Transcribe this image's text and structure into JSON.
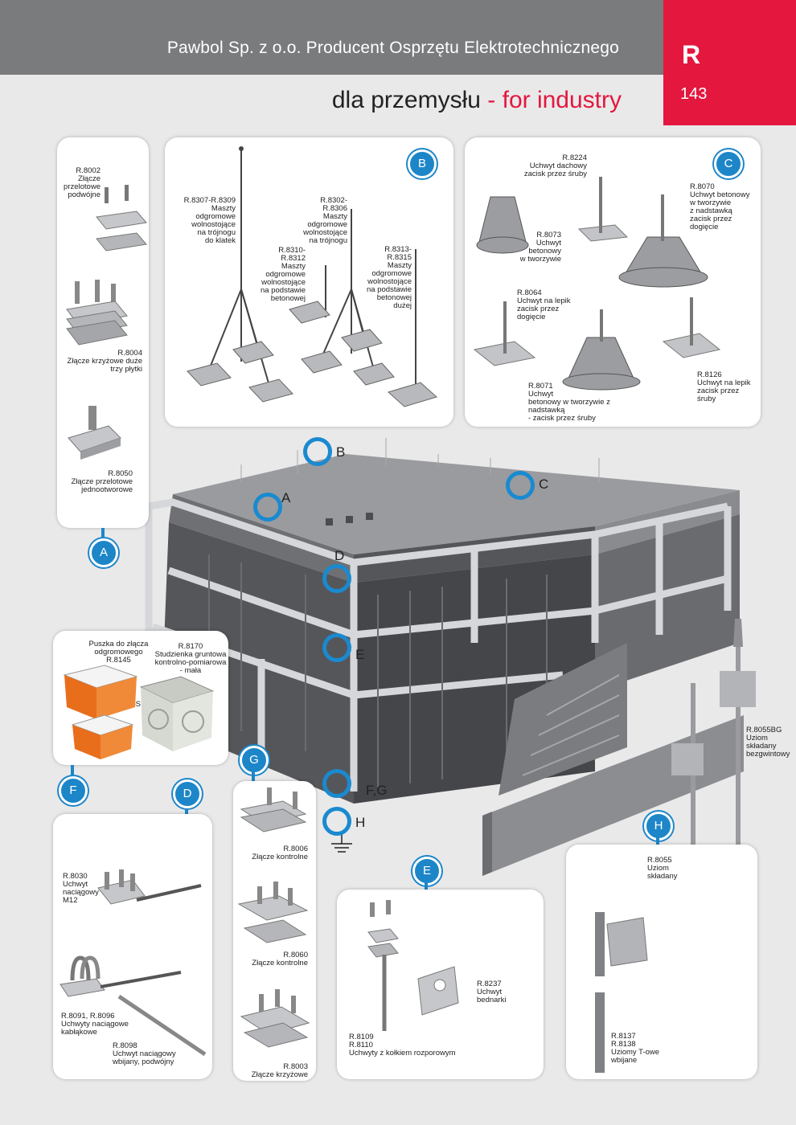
{
  "header": {
    "company": "Pawbol Sp. z o.o. Producent Osprzętu Elektrotechnicznego",
    "section_letter": "R",
    "page_number": "143",
    "subtitle_pl": "dla przemysłu",
    "subtitle_en": "- for industry"
  },
  "colors": {
    "accent_red": "#e4173f",
    "header_gray": "#7a7b7d",
    "badge_blue": "#1d86c8"
  },
  "panel_a": {
    "badge": "A",
    "items": [
      {
        "code_label": "R.8002\nZłącze\nprzelotowe\npodwójne"
      },
      {
        "code_label": "R.8004\nZłącze krzyżowe duże\ntrzy płytki"
      },
      {
        "code_label": "R.8050\nZłącze przelotowe\njednootworowe"
      }
    ]
  },
  "panel_b": {
    "badge": "B",
    "items": [
      {
        "code_label": "R.8307-R.8309\nMaszty\nodgromowe\nwolnostojące\nna trójnogu\ndo klatek"
      },
      {
        "code_label": "R.8302-R.8306\nMaszty\nodgromowe\nwolnostojące\nna trójnogu"
      },
      {
        "code_label": "R.8310-R.8312\nMaszty\nodgromowe\nwolnostojące\nna podstawie\nbetonowej"
      },
      {
        "code_label": "R.8313-R.8315\nMaszty\nodgromowe\nwolnostojące\nna podstawie\nbetonowej\ndużej"
      }
    ]
  },
  "panel_c": {
    "badge": "C",
    "items": [
      {
        "code_label": "R.8224\nUchwyt dachowy\nzacisk przez śruby"
      },
      {
        "code_label": "R.8070\nUchwyt betonowy\nw tworzywie\nz nadstawką\nzacisk przez dogięcie"
      },
      {
        "code_label": "R.8073\nUchwyt\nbetonowy\nw tworzywie"
      },
      {
        "code_label": "R.8064\nUchwyt na lepik\nzacisk przez\ndogięcie"
      },
      {
        "code_label": "R.8071\nUchwyt\nbetonowy w tworzywie z nadstawką\n- zacisk przez śruby"
      },
      {
        "code_label": "R.8126\nUchwyt na lepik\nzacisk przez śruby"
      }
    ]
  },
  "panel_f": {
    "badge": "F",
    "items": [
      {
        "code_label": "Puszka do złącza\nodgromowego\nR.8145"
      },
      {
        "code_label": "R.8145S"
      },
      {
        "code_label": "R.8170\nStudzienka gruntowa\nkontrolno-pomiarowa\n- mała"
      }
    ]
  },
  "panel_d": {
    "badge": "D",
    "items": [
      {
        "code_label": "R.8030\nUchwyt\nnaciągowy\nM12"
      },
      {
        "code_label": "R.8091, R.8096\nUchwyty naciągowe\nkabłąkowe"
      },
      {
        "code_label": "R.8098\nUchwyt naciągowy\nwbijany, podwójny"
      }
    ]
  },
  "panel_g": {
    "badge": "G",
    "items": [
      {
        "code_label": "R.8006\nZłącze kontrolne"
      },
      {
        "code_label": "R.8060\nZłącze kontrolne"
      },
      {
        "code_label": "R.8003\nZłącze krzyżowe"
      }
    ]
  },
  "panel_e": {
    "badge": "E",
    "items": [
      {
        "code_label": "R.8237\nUchwyt bednarki"
      },
      {
        "code_label": "R.8109\nR.8110\nUchwyty z kołkiem rozporowym"
      }
    ]
  },
  "panel_h": {
    "badge": "H",
    "items": [
      {
        "code_label": "R.8055\nUziom\nskładany"
      },
      {
        "code_label": "R.8055BG\nUziom\nskładany\nbezgwintowy"
      },
      {
        "code_label": "R.8137\nR.8138\nUziomy T-owe\nwbijane"
      }
    ]
  },
  "building_markers": [
    "A",
    "B",
    "C",
    "D",
    "E",
    "F,G",
    "H"
  ]
}
